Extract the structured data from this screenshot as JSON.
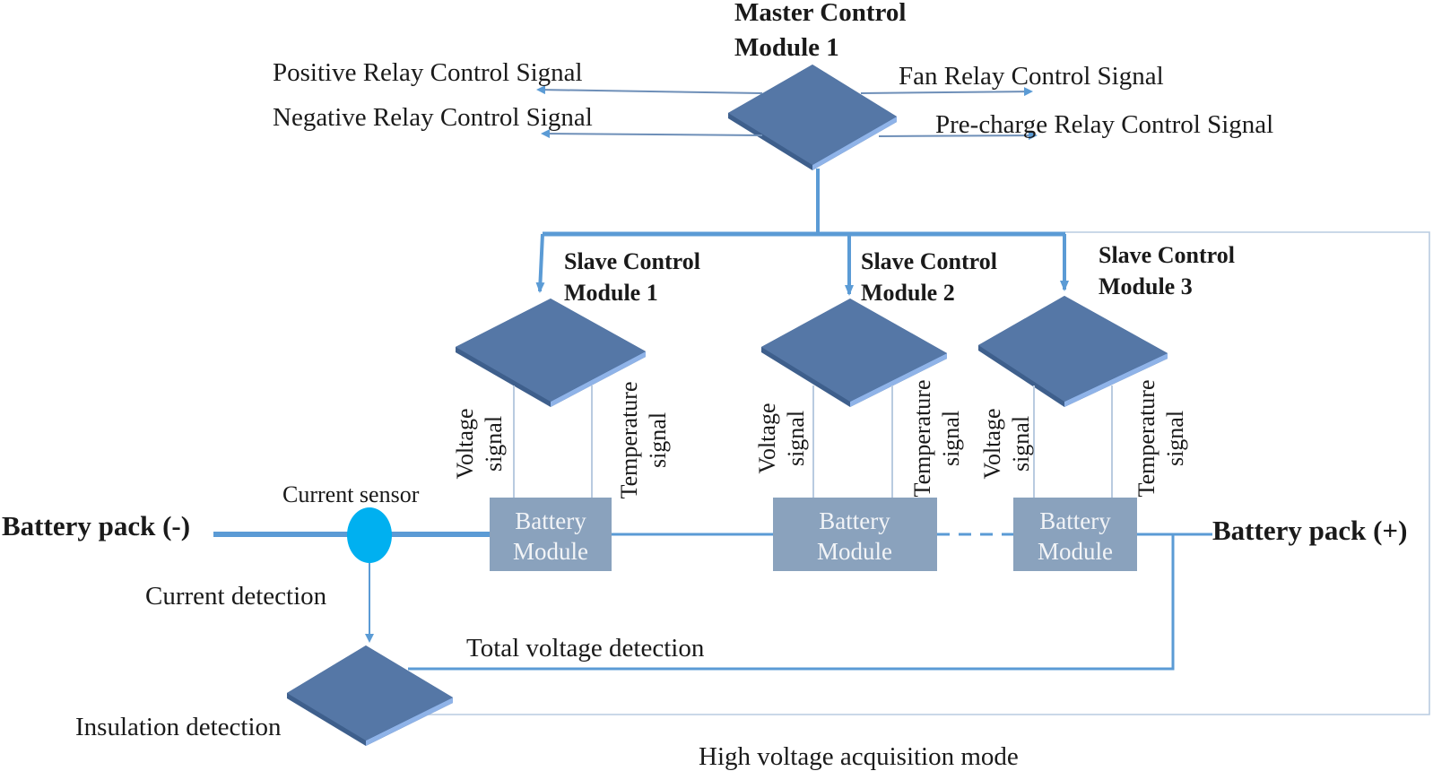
{
  "master": {
    "title_line1": "Master Control",
    "title_line2": "Module 1",
    "signals": {
      "positive": "Positive Relay Control Signal",
      "negative": "Negative Relay Control Signal",
      "fan": "Fan Relay Control Signal",
      "precharge": "Pre-charge Relay Control Signal"
    }
  },
  "slaves": [
    {
      "line1": "Slave Control",
      "line2": "Module 1"
    },
    {
      "line1": "Slave Control",
      "line2": "Module 2"
    },
    {
      "line1": "Slave Control",
      "line2": "Module 3"
    }
  ],
  "signal_labels": {
    "voltage_line1": "Voltage",
    "voltage_line2": "signal",
    "temperature_line1": "Temperature",
    "temperature_line2": "signal"
  },
  "battery_module": {
    "line1": "Battery",
    "line2": "Module"
  },
  "pack": {
    "negative": "Battery pack (-)",
    "positive": "Battery pack (+)"
  },
  "current_sensor": "Current sensor",
  "current_detection": "Current detection",
  "total_voltage_detection": "Total voltage detection",
  "insulation_detection": "Insulation detection",
  "high_voltage_mode": "High voltage acquisition mode",
  "colors": {
    "module_top": "#5577a6",
    "module_edge": "#8fb3e8",
    "line": "#5b9bd5",
    "battery_box": "#8aa2bd",
    "sensor": "#00b0f0"
  }
}
